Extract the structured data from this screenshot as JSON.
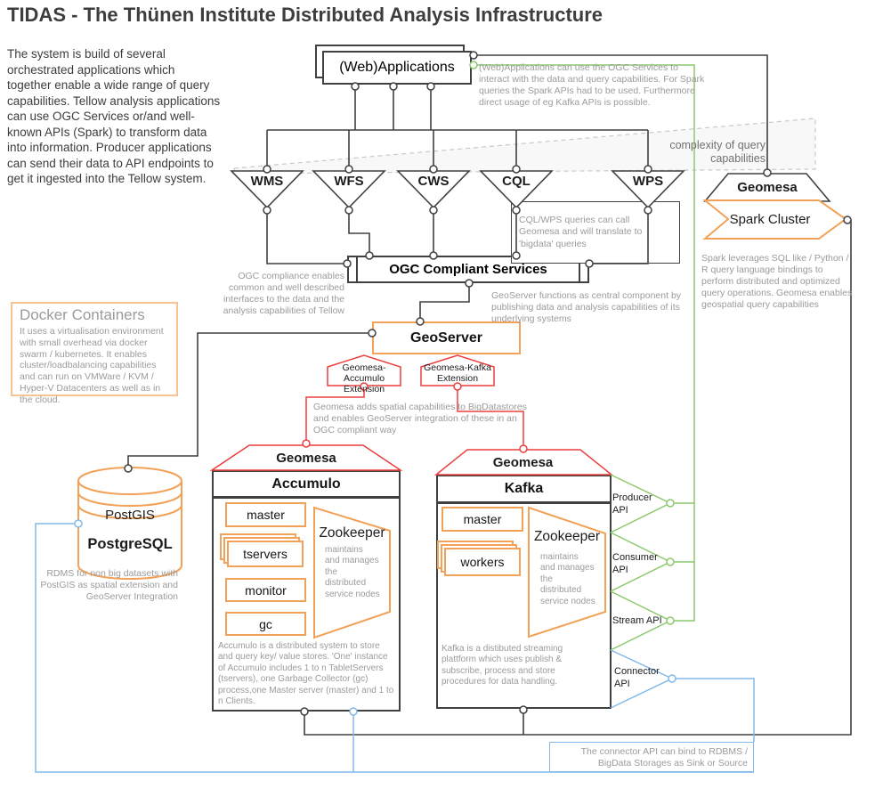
{
  "title": "TIDAS - The Thünen Institute Distributed Analysis Infrastructure",
  "intro": "The system is build of several orchestrated applications which together enable a wide range of query capabilities. Tellow analysis applications can use OGC Services or/and well-known APIs (Spark) to transform data into information. Producer applications can send their data to API endpoints to get it ingested into the Tellow system.",
  "nodes": {
    "web_applications": "(Web)Applications",
    "services": [
      "WMS",
      "WFS",
      "CWS",
      "CQL",
      "WPS"
    ],
    "ogc_services": "OGC Compliant Services",
    "geoserver": "GeoServer",
    "geomesa_trapezoid": "Geomesa",
    "spark_cluster": "Spark Cluster",
    "accumulo_extension": "Geomesa-Accumulo Extension",
    "kafka_extension": "Geomesa-Kafka Extension",
    "postgis": "PostGIS",
    "postgresql": "PostgreSQL"
  },
  "accumulo": {
    "geomesa": "Geomesa",
    "title": "Accumulo",
    "master": "master",
    "tservers": "tservers",
    "monitor": "monitor",
    "gc": "gc",
    "zookeeper": "Zookeeper",
    "zookeeper_note": "maintains and manages the distributed service nodes",
    "caption": "Accumulo is a distributed system to store and query key/ value stores. 'One' instance of Accumulo includes 1 to n TabletServers (tservers), one Garbage Collector (gc) process,one Master server (master) and 1 to n Clients."
  },
  "kafka": {
    "geomesa": "Geomesa",
    "title": "Kafka",
    "master": "master",
    "workers": "workers",
    "zookeeper": "Zookeeper",
    "zookeeper_note": "maintains and manages the distributed service nodes",
    "caption": "Kafka is a distibuted streaming plattform which uses publish & subscribe, process and store procedures for data handling."
  },
  "apis": {
    "producer": "Producer API",
    "consumer": "Consumer API",
    "stream": "Stream API",
    "connector": "Connector API"
  },
  "docker": {
    "title": "Docker Containers",
    "body": "It uses a virtualisation environment with small overhead via docker swarm / kubernetes. It enables cluster/loadbalancing capabilities and can run on VMWare / KVM / Hyper-V Datacenters as well as in the cloud."
  },
  "annotations": {
    "webapp": "(Web)Applications can use the OGC Services to interact with the data and query capabilities. For Spark queries the Spark APIs had to be used. Furthermore direct usage of eg Kafka APIs is possible.",
    "complexity": "complexity of query capabilities",
    "cql_wps": "CQL/WPS queries can call Geomesa and will translate to 'bigdata' queries",
    "ogc": "OGC compliance enables common and well described interfaces to the data and the analysis capabilities of Tellow",
    "geoserver": "GeoServer functions as central component by publishing data and analysis capabilities of its underlying systems",
    "geomesa": "Geomesa adds spatial capabilities to BigDatastores and enables GeoServer integration of these in an OGC compliant way",
    "spark": "Spark leverages SQL like / Python / R query language bindings to perform distributed and optimized query operations. Geomesa enables geospatial query capabilities",
    "postgis": "RDMS for non big datasets with PostGIS as spatial extension and GeoServer Integration",
    "connector": "The connector API can bind to RDBMS / BigData Storages as Sink or Source"
  },
  "colors": {
    "line": "#404040",
    "orange": "#f2a158",
    "docker_orange": "#f6c391",
    "red": "#ec3f3f",
    "green": "#8cc96e",
    "blue": "#82b9e8",
    "note_gray": "#9b9b9b"
  }
}
